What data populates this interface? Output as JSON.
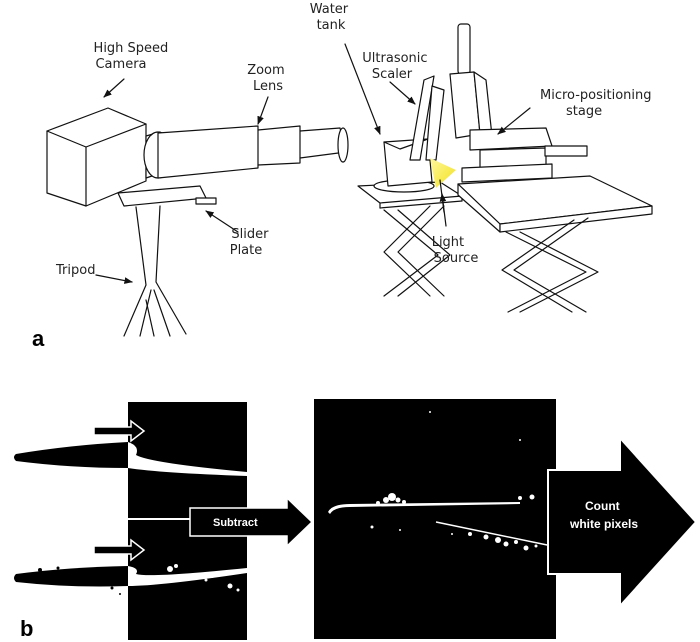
{
  "panel_a": {
    "label": "a",
    "annotations": {
      "camera": [
        "High Speed",
        "Camera"
      ],
      "zoom": [
        "Zoom",
        "Lens"
      ],
      "slider": [
        "Slider",
        "Plate"
      ],
      "tripod": [
        "Tripod"
      ],
      "tank": [
        "Water",
        "tank"
      ],
      "scaler": [
        "Ultrasonic",
        "Scaler"
      ],
      "stage": [
        "Micro-positioning",
        "stage"
      ],
      "light": [
        "Light",
        "Source"
      ]
    },
    "colors": {
      "light": "#f2e21a"
    }
  },
  "panel_b": {
    "label": "b",
    "subtract_label": "Subtract",
    "count_label": [
      "Count",
      "white pixels"
    ]
  }
}
